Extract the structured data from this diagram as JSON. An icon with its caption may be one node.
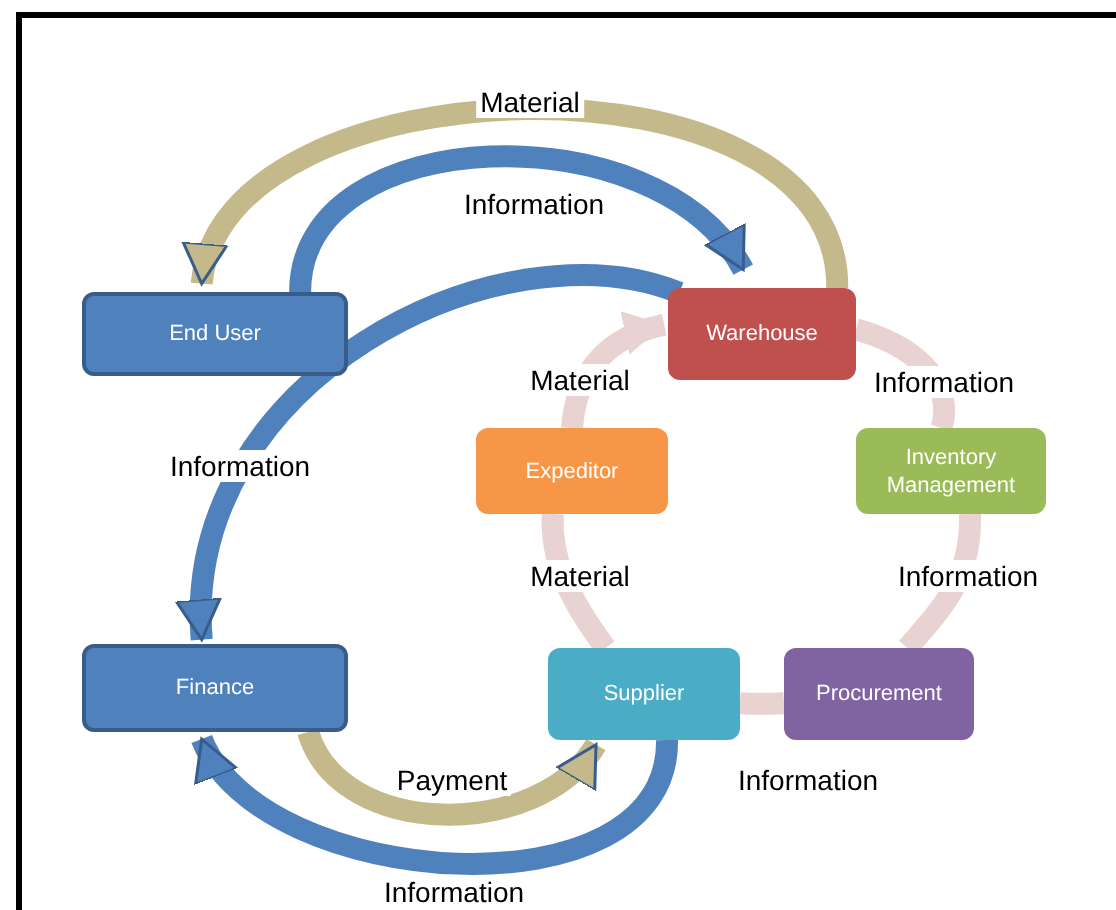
{
  "diagram": {
    "nodes": [
      {
        "text": [
          "End User"
        ]
      },
      {
        "text": [
          "Warehouse"
        ]
      },
      {
        "text": [
          "Expeditor"
        ]
      },
      {
        "text": [
          "Inventory Management"
        ]
      },
      {
        "text": [
          "Finance"
        ]
      },
      {
        "text": [
          "Supplier"
        ]
      },
      {
        "text": [
          "Procurement"
        ]
      }
    ],
    "edges": [
      {
        "from": 1,
        "to": 0,
        "arrow": "to",
        "label": "Material",
        "color": "#c4b98a"
      },
      {
        "from": 0,
        "to": 1,
        "arrow": "to",
        "label": "Information",
        "color": "#4f81bd"
      },
      {
        "from": 1,
        "to": 4,
        "arrow": "to",
        "label": "Information",
        "color": "#4f81bd"
      },
      {
        "from": 4,
        "to": 5,
        "arrow": "to",
        "label": "Payment",
        "color": "#c4b98a"
      },
      {
        "from": 5,
        "to": 4,
        "arrow": "to",
        "label": "Information",
        "color": "#4f81bd"
      },
      {
        "from": 2,
        "to": 1,
        "arrow": "to",
        "label": "Material"
      },
      {
        "from": 1,
        "to": 3,
        "arrow": "none",
        "label": "Information"
      },
      {
        "from": 3,
        "to": 6,
        "arrow": "none",
        "label": "Information"
      },
      {
        "from": 6,
        "to": 5,
        "arrow": "none",
        "label": "Information"
      },
      {
        "from": 5,
        "to": 2,
        "arrow": "none",
        "label": "Material"
      }
    ]
  }
}
